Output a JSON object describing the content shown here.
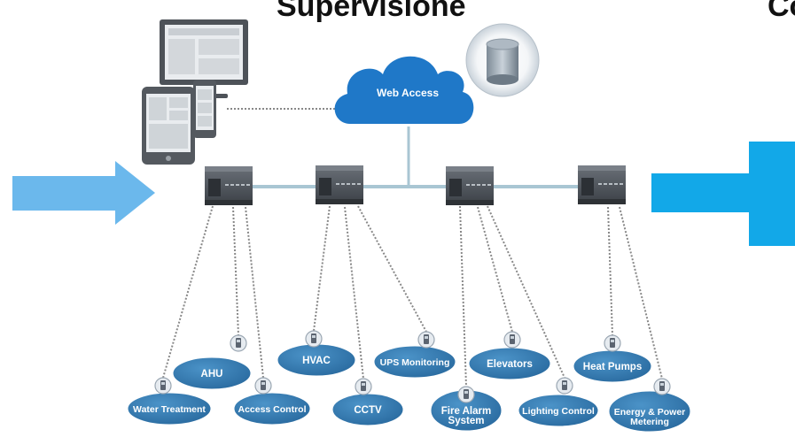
{
  "header": {
    "title": "Supervisione",
    "title_cut": "Co"
  },
  "cloud": {
    "label": "Web Access"
  },
  "colors": {
    "bubble": "#2f73a8",
    "bubble_light": "#3b86bf",
    "cloud": "#1f78c8",
    "arrow_left": "#6bb8ec",
    "arrow_right": "#12a8e8",
    "bus": "#a9c6d3",
    "device": "#4d5258",
    "dotted_line": "#888888"
  },
  "devices": [
    {
      "name": "controller-1",
      "label": "",
      "icon": "controller"
    },
    {
      "name": "controller-2",
      "label": "",
      "icon": "controller"
    },
    {
      "name": "controller-3",
      "label": "",
      "icon": "controller"
    },
    {
      "name": "controller-4",
      "label": "",
      "icon": "controller"
    }
  ],
  "subsystems": [
    {
      "label": "Water Treatment",
      "line2": ""
    },
    {
      "label": "AHU",
      "line2": ""
    },
    {
      "label": "Access Control",
      "line2": ""
    },
    {
      "label": "HVAC",
      "line2": ""
    },
    {
      "label": "CCTV",
      "line2": ""
    },
    {
      "label": "UPS Monitoring",
      "line2": ""
    },
    {
      "label": "Fire Alarm",
      "line2": "System"
    },
    {
      "label": "Elevators",
      "line2": ""
    },
    {
      "label": "Lighting Control",
      "line2": ""
    },
    {
      "label": "Heat Pumps",
      "line2": ""
    },
    {
      "label": "Energy & Power",
      "line2": "Metering"
    }
  ]
}
